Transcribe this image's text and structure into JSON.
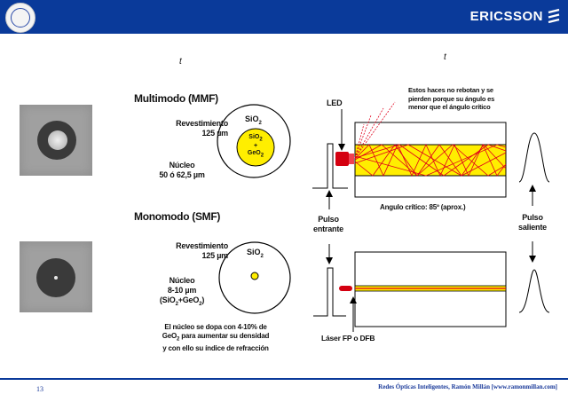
{
  "header": {
    "brand": "ERICSSON",
    "marker_left": "t",
    "marker_right": "t"
  },
  "mmf": {
    "heading": "Multimodo (MMF)",
    "cladding_label": "Revestimiento",
    "cladding_size": "125 µm",
    "core_label": "Núcleo",
    "core_size": "50 ó 62,5 µm",
    "outer_material": "SiO",
    "core_material_top": "SiO",
    "core_material_plus": "+",
    "core_material_bottom": "GeO"
  },
  "smf": {
    "heading": "Monomodo (SMF)",
    "cladding_label": "Revestimiento",
    "cladding_size": "125 µm",
    "outer_material": "SiO",
    "core_label": "Núcleo",
    "core_size": "8-10 µm",
    "core_material_open": "(SiO",
    "core_material_mid": "+GeO",
    "core_material_close": ")",
    "note_1": "El núcleo se dopa con 4-10% de",
    "note_2_a": "GeO",
    "note_2_b": " para aumentar su densidad",
    "note_3": "y con ello su índice de refracción"
  },
  "diagram": {
    "led_label": "LED",
    "rays_note_1": "Estos haces no rebotan y se",
    "rays_note_2": "pierden porque su ángulo es",
    "rays_note_3": "menor que el ángulo crítico",
    "critical_angle": "Angulo crítico: 85º (aprox.)",
    "input_pulse_1": "Pulso",
    "input_pulse_2": "entrante",
    "output_pulse_1": "Pulso",
    "output_pulse_2": "saliente",
    "laser_label": "Láser FP o DFB"
  },
  "footer": {
    "page": "13",
    "credit": "Redes Ópticas Inteligentes, Ramón Millán [www.ramonmillan.com]"
  },
  "colors": {
    "primary_blue": "#0a3a9a",
    "core_yellow": "#ffee00",
    "ray_red": "#e0001a",
    "source_red": "#d40010"
  }
}
